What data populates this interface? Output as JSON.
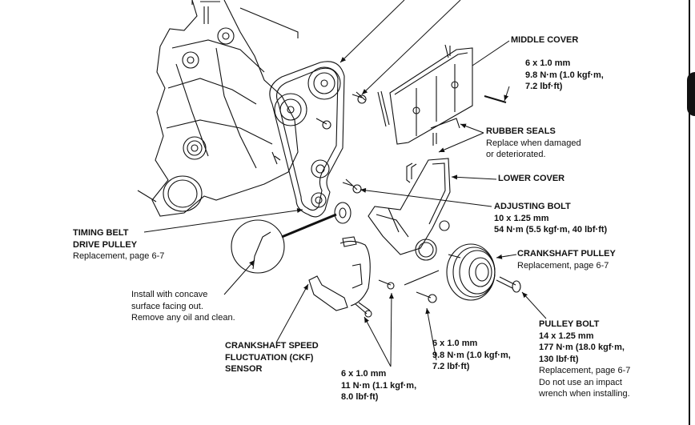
{
  "diagram": {
    "title_hidden": "",
    "labels": {
      "middle_cover": {
        "name": "MIDDLE COVER",
        "spec_lines": [
          "6 x 1.0 mm",
          "9.8 N·m (1.0 kgf·m,",
          "7.2 lbf·ft)"
        ]
      },
      "rubber_seals": {
        "name": "RUBBER SEALS",
        "note_lines": [
          "Replace when damaged",
          "or deteriorated."
        ]
      },
      "lower_cover": {
        "name": "LOWER COVER"
      },
      "adjusting_bolt": {
        "name": "ADJUSTING BOLT",
        "spec_lines": [
          "10 x 1.25 mm",
          "54 N·m (5.5 kgf·m, 40 lbf·ft)"
        ]
      },
      "crankshaft_pulley": {
        "name": "CRANKSHAFT PULLEY",
        "note_lines": [
          "Replacement, page 6-7"
        ]
      },
      "timing_belt_drive_pulley": {
        "name_lines": [
          "TIMING BELT",
          "DRIVE PULLEY"
        ],
        "note_lines": [
          "Replacement, page 6-7"
        ]
      },
      "install_note": {
        "note_lines": [
          "Install with concave",
          "surface facing out.",
          "Remove any oil and clean."
        ]
      },
      "ckf_sensor": {
        "name_lines": [
          "CRANKSHAFT SPEED",
          "FLUCTUATION (CKF)",
          "SENSOR"
        ]
      },
      "sensor_bolts": {
        "spec_lines": [
          "6 x 1.0 mm",
          "11 N·m (1.1 kgf·m,",
          "8.0 lbf·ft)"
        ]
      },
      "lower_cover_bolt": {
        "spec_lines": [
          "6 x 1.0 mm",
          "9.8 N·m (1.0 kgf·m,",
          "7.2 lbf·ft)"
        ]
      },
      "pulley_bolt": {
        "name": "PULLEY BOLT",
        "spec_lines": [
          "14 x 1.25 mm",
          "177 N·m (18.0 kgf·m,",
          "130 lbf·ft)"
        ],
        "note_lines": [
          "Replacement, page 6-7",
          "Do not use an impact",
          "wrench when installing."
        ]
      }
    }
  }
}
